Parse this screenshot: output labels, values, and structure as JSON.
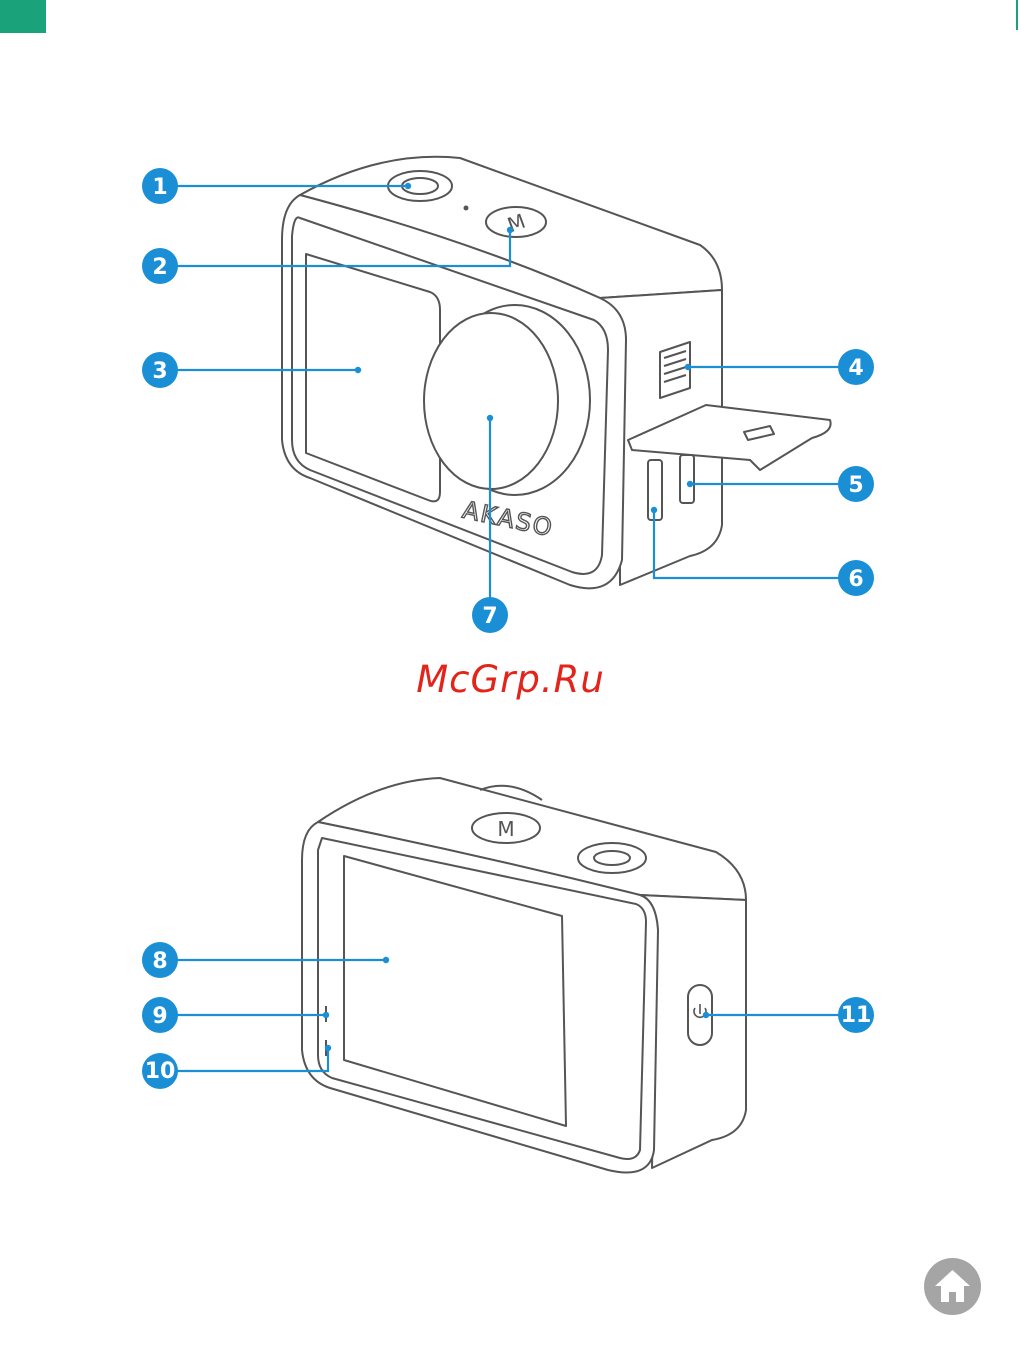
{
  "colors": {
    "accent_tab": "#1aa37a",
    "callout_fill": "#1a8fd6",
    "callout_line": "#1a8fd6",
    "camera_stroke": "#555555",
    "watermark": "#e2241a",
    "home_button": "#a5a5a5"
  },
  "top_figure": {
    "brand": "AKASO",
    "mode_button_glyph": "M",
    "callouts": [
      "1",
      "2",
      "3",
      "4",
      "5",
      "6",
      "7"
    ]
  },
  "watermark": "McGrp.Ru",
  "bottom_figure": {
    "mode_button_glyph": "M",
    "callouts": [
      "8",
      "9",
      "10",
      "11"
    ]
  },
  "icons": {
    "home": "home-icon",
    "power": "power-icon"
  }
}
